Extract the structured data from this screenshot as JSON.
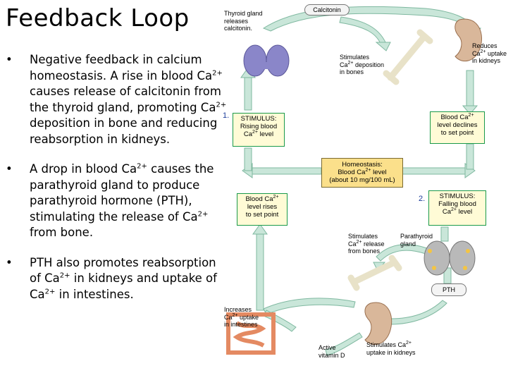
{
  "title": "Feedback Loop",
  "bullets": [
    {
      "marker": "•",
      "parts": [
        "Negative feedback in calcium homeostasis. A rise in blood Ca",
        "2+",
        " causes release of calcitonin from the thyroid gland, promoting Ca",
        "2+",
        " deposition in bone and reducing reabsorption in kidneys."
      ]
    },
    {
      "marker": "•",
      "parts": [
        "A drop in blood Ca",
        "2+",
        " causes the parathyroid gland to produce parathyroid hormone (PTH), stimulating the release of Ca",
        "2+",
        " from bone."
      ]
    },
    {
      "marker": "•",
      "parts": [
        "PTH also promotes reabsorption of Ca",
        "2+",
        " in kidneys and uptake of Ca",
        "2+",
        " in intestines."
      ]
    }
  ],
  "diagram": {
    "calcitonin": "Calcitonin",
    "thyroid_releases": [
      "Thyroid gland",
      "releases",
      "calcitonin."
    ],
    "reduces_uptake": [
      "Reduces",
      "Ca",
      "2+",
      " uptake",
      "in kidneys"
    ],
    "stimulates_deposition": [
      "Stimulates",
      "Ca",
      "2+",
      " deposition",
      "in bones"
    ],
    "num1": "1.",
    "num2": "2.",
    "stimulus_rising": [
      "STIMULUS:",
      "Rising blood",
      "Ca",
      "2+",
      " level"
    ],
    "blood_declines": [
      "Blood Ca",
      "2+",
      "level declines",
      "to set point"
    ],
    "homeostasis": [
      "Homeostasis:",
      "Blood Ca",
      "2+",
      " level",
      "(about 10 mg/100 mL)"
    ],
    "blood_rises": [
      "Blood Ca",
      "2+",
      "level rises",
      "to set point"
    ],
    "stimulus_falling": [
      "STIMULUS:",
      "Falling blood",
      "Ca",
      "2+",
      " level"
    ],
    "stimulates_release": [
      "Stimulates",
      "Ca",
      "2+",
      " release",
      "from bones"
    ],
    "parathyroid": [
      "Parathyroid",
      "gland"
    ],
    "pth": "PTH",
    "increases_uptake": [
      "Increases",
      "Ca",
      "2+",
      " uptake",
      "in intestines"
    ],
    "active_vitd": [
      "Active",
      "vitamin D"
    ],
    "stimulates_kidney": [
      "Stimulates Ca",
      "2+",
      "uptake in kidneys"
    ],
    "colors": {
      "arrow": "#c9e6d9",
      "arrow_edge": "#7fb8a0",
      "box_border": "#1a9a4a",
      "box_fill": "#fffbd6",
      "home_fill": "#fbe08b"
    }
  }
}
